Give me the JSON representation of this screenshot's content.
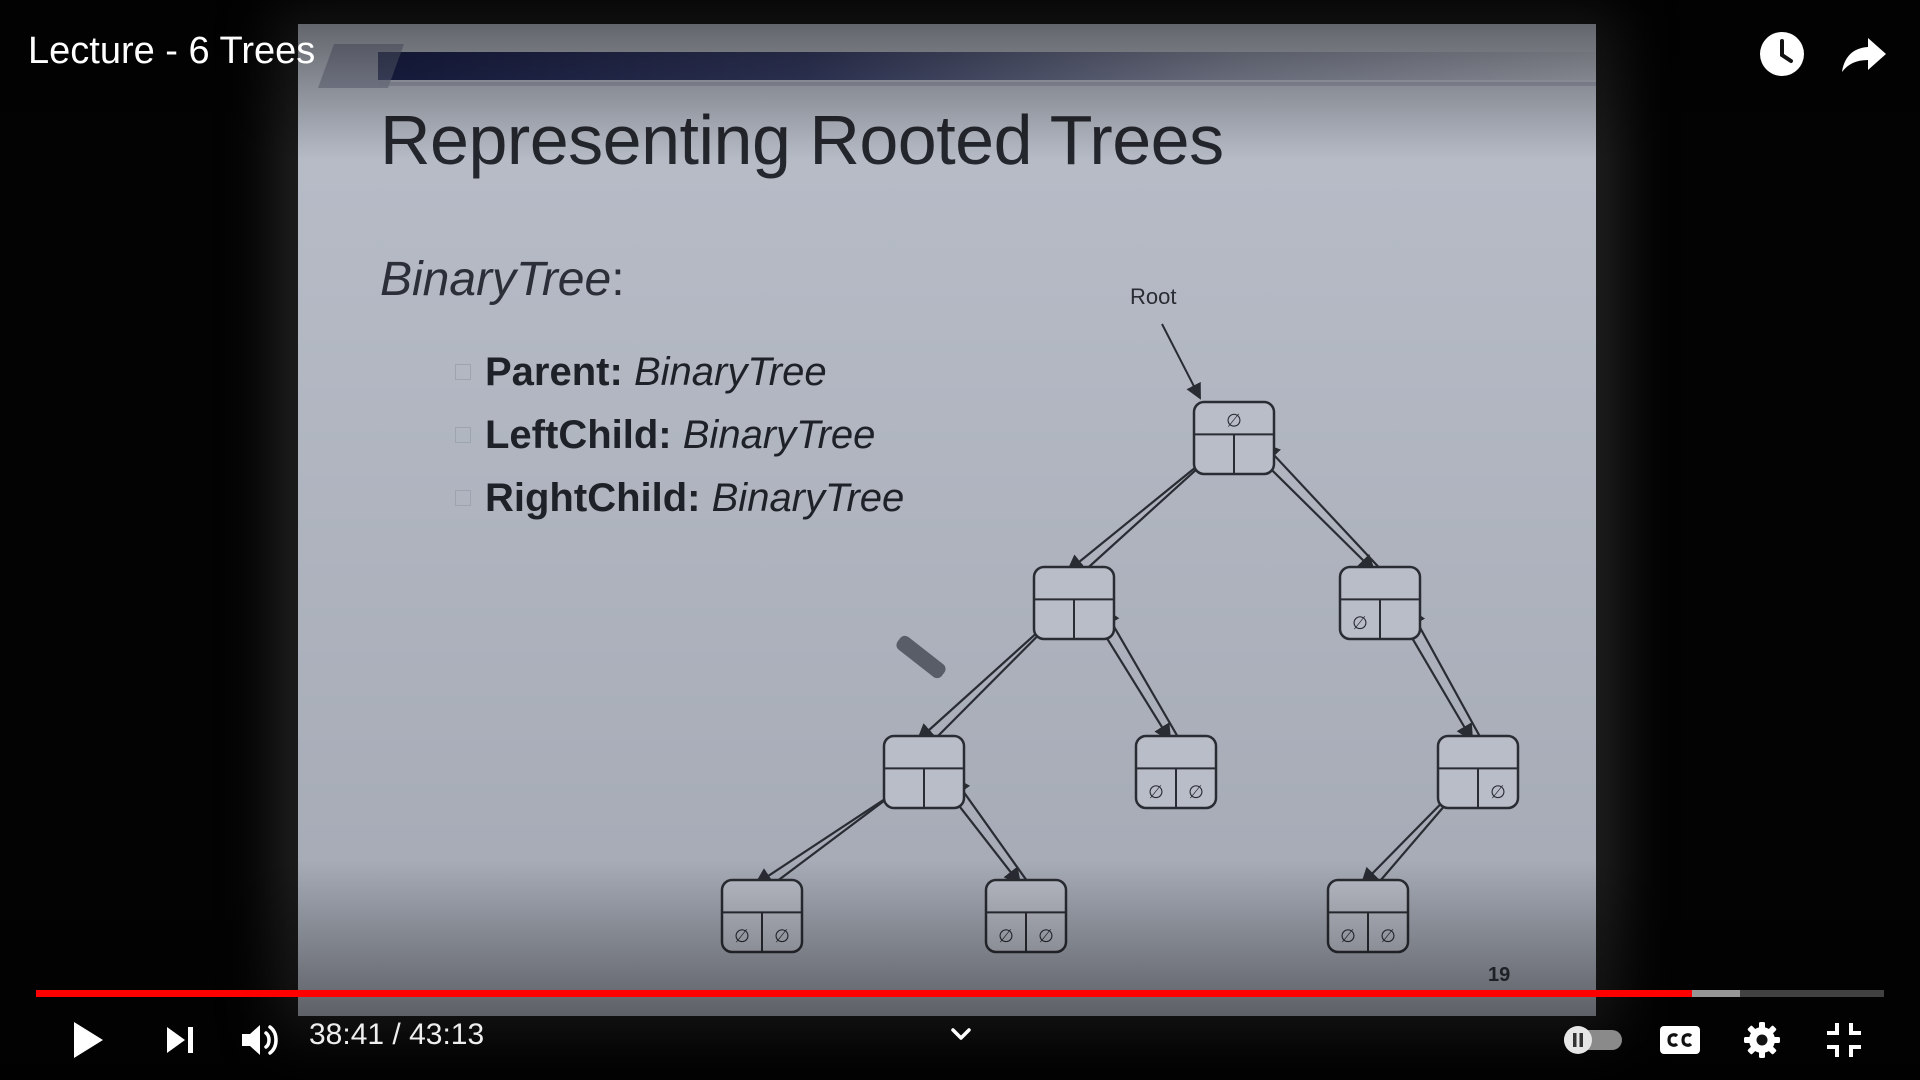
{
  "player": {
    "title": "Lecture - 6 Trees",
    "current_time": "38:41",
    "time_separator": " / ",
    "duration": "43:13",
    "progress_fraction": 0.896,
    "buffered_fraction": 0.922,
    "accent_color": "#ff0000"
  },
  "slide": {
    "title": "Representing Rooted Trees",
    "subtitle": "BinaryTree",
    "subtitle_colon": ":",
    "fields": [
      {
        "name": "Parent:",
        "type": "BinaryTree"
      },
      {
        "name": "LeftChild:",
        "type": "BinaryTree"
      },
      {
        "name": "RightChild:",
        "type": "BinaryTree"
      }
    ],
    "root_label": "Root",
    "null_symbol": "∅",
    "page_number": "19"
  },
  "icons": {
    "watch_later": "clock-icon",
    "share": "share-arrow-icon",
    "play": "play-icon",
    "next": "skip-next-icon",
    "volume": "volume-icon",
    "chevron": "chevron-down-icon",
    "autoplay": "autoplay-toggle-icon",
    "captions": "cc-icon",
    "settings": "gear-icon",
    "fullscreen": "exit-fullscreen-icon"
  }
}
